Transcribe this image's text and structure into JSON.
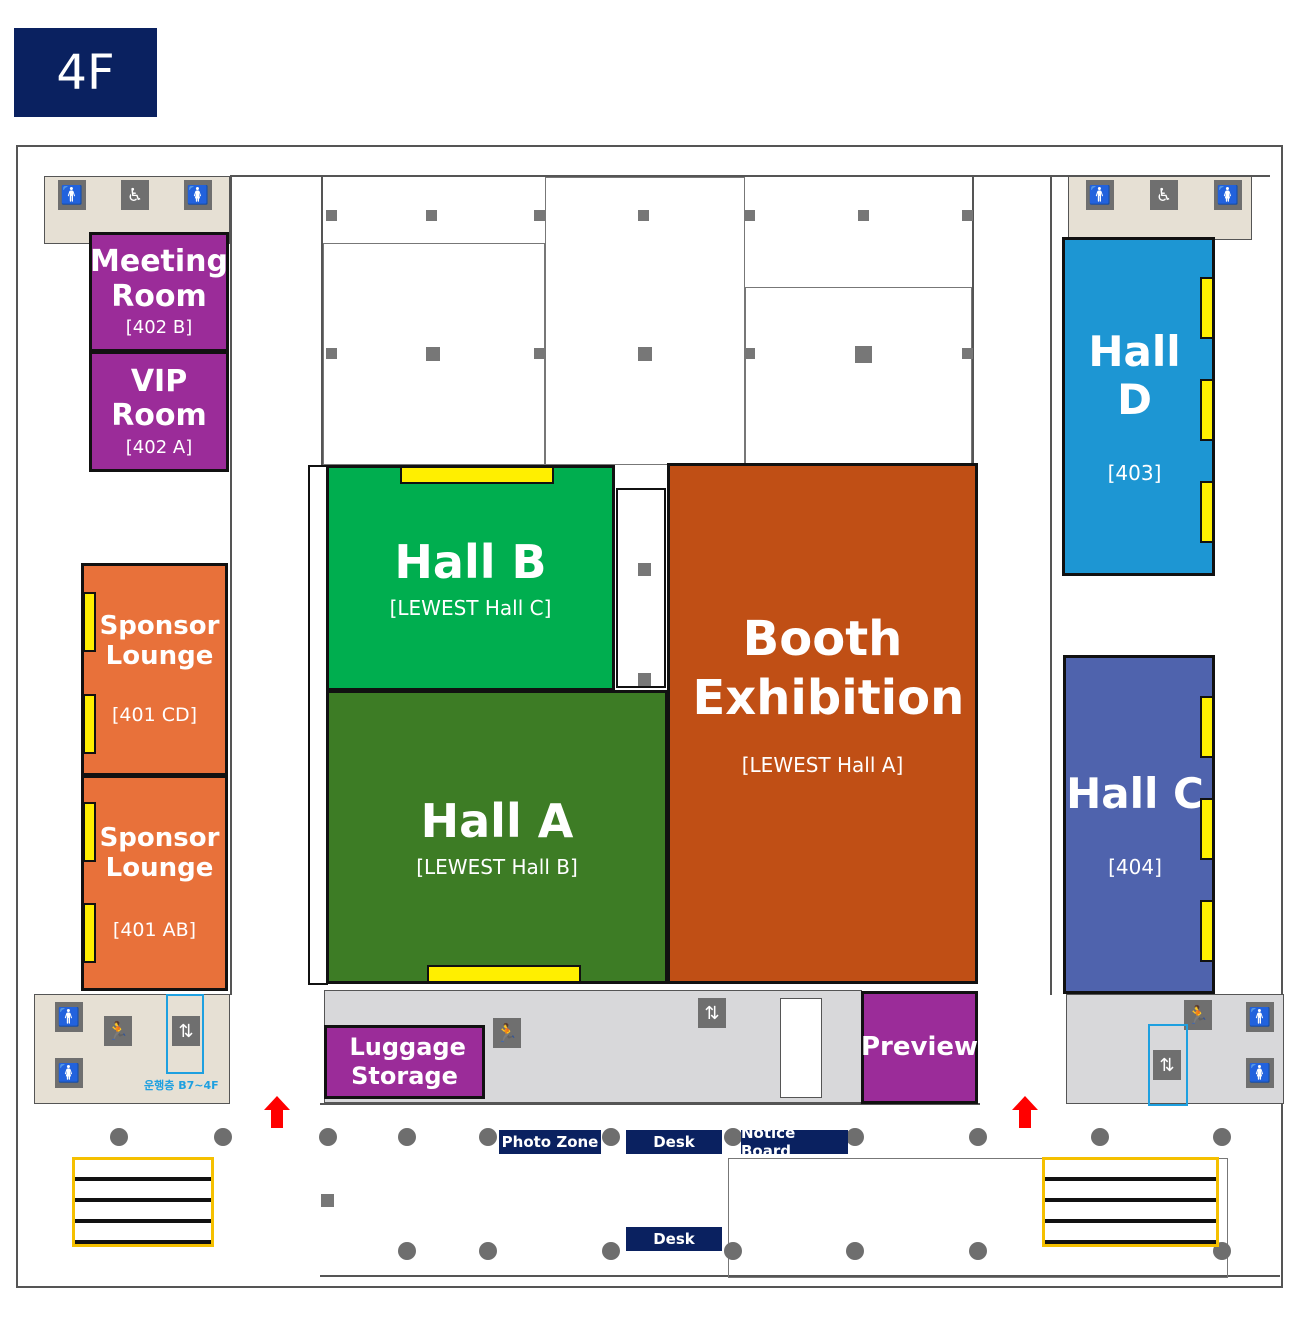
{
  "floor_label": "4F",
  "rooms": {
    "meeting_room": {
      "name": "Meeting Room",
      "code": "[402 B]",
      "color": "#9b2c99"
    },
    "vip_room": {
      "name": "VIP Room",
      "code": "[402 A]",
      "color": "#9b2c99"
    },
    "sponsor_lounge_cd": {
      "name": "Sponsor Lounge",
      "code": "[401 CD]",
      "color": "#e8713a"
    },
    "sponsor_lounge_ab": {
      "name": "Sponsor Lounge",
      "code": "[401 AB]",
      "color": "#e8713a"
    },
    "hall_b": {
      "name": "Hall B",
      "code": "[LEWEST Hall C]",
      "color": "#00ae4f"
    },
    "hall_a": {
      "name": "Hall A",
      "code": "[LEWEST Hall B]",
      "color": "#3d7c25"
    },
    "booth": {
      "name": "Booth Exhibition",
      "code": "[LEWEST Hall A]",
      "color": "#c04f15"
    },
    "hall_d": {
      "name": "Hall D",
      "code": "[403]",
      "color": "#1d96d3"
    },
    "hall_c": {
      "name": "Hall C",
      "code": "[404]",
      "color": "#4f63ad"
    },
    "luggage": {
      "name": "Luggage Storage",
      "color": "#9b2c99"
    },
    "preview": {
      "name": "Preview",
      "color": "#9b2c99"
    }
  },
  "labels": {
    "photo_zone": "Photo Zone",
    "desk_1": "Desk",
    "notice_board": "Notice Board",
    "desk_2": "Desk"
  },
  "elevator_note": "운행층 B7~4F"
}
